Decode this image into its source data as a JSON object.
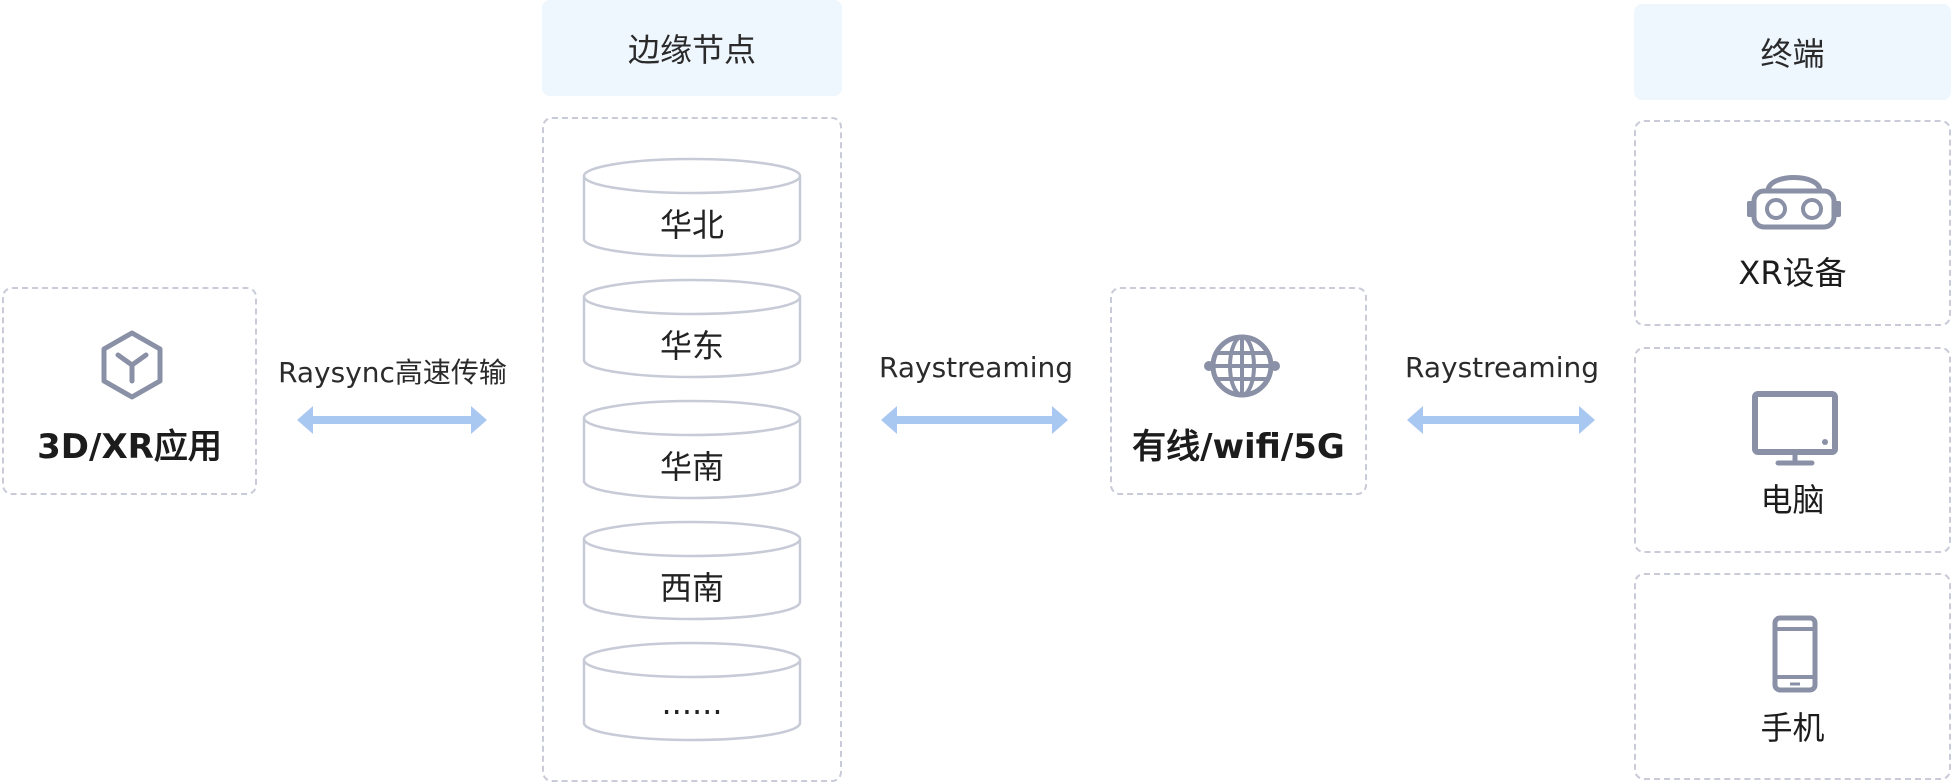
{
  "source": {
    "label": "3D/XR应用",
    "icon": "cube-icon"
  },
  "edge": {
    "header": "边缘节点",
    "nodes": [
      "华北",
      "华东",
      "华南",
      "西南",
      "......"
    ]
  },
  "network": {
    "label": "有线/wifi/5G",
    "icon": "globe-network-icon"
  },
  "terminal": {
    "header": "终端",
    "devices": [
      {
        "label": "XR设备",
        "icon": "vr-headset-icon"
      },
      {
        "label": "电脑",
        "icon": "monitor-icon"
      },
      {
        "label": "手机",
        "icon": "smartphone-icon"
      }
    ]
  },
  "connections": [
    {
      "label": "Raysync高速传输"
    },
    {
      "label": "Raystreaming"
    },
    {
      "label": "Raystreaming"
    }
  ],
  "colors": {
    "arrow": "#a9c8f1",
    "icon": "#8a90a6",
    "border": "#c9ccd8",
    "header_bg": "#eef6fe"
  }
}
